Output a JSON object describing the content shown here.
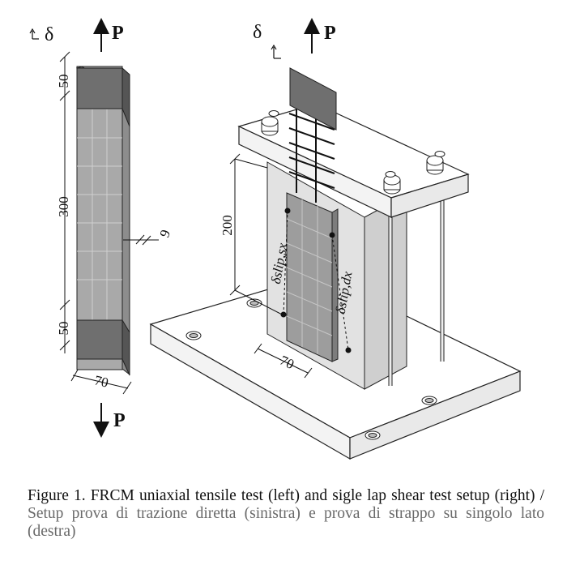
{
  "figure": {
    "left_specimen": {
      "delta_label": "δ",
      "load_label_top": "P",
      "load_label_bottom": "P",
      "dim_top_tab": "50",
      "dim_length": "300",
      "dim_bottom_tab": "50",
      "dim_width": "70",
      "dim_thickness": "9"
    },
    "right_setup": {
      "delta_label": "δ",
      "load_label": "P",
      "dim_bonded_length": "200",
      "dim_width": "70",
      "slip_left_label": "δslip,sx",
      "slip_right_label": "δslip,dx"
    }
  },
  "caption": {
    "english": "Figure 1. FRCM uniaxial tensile test (left) and sigle lap shear test setup (right) / ",
    "italian": "Setup prova di trazione diretta (sinistra) e prova di strappo su singolo lato (destra)"
  },
  "colors": {
    "tab": "#6f6f6f",
    "specimen": "#a9a9a9",
    "brick": "#e2e2e2",
    "ink": "#111111"
  }
}
